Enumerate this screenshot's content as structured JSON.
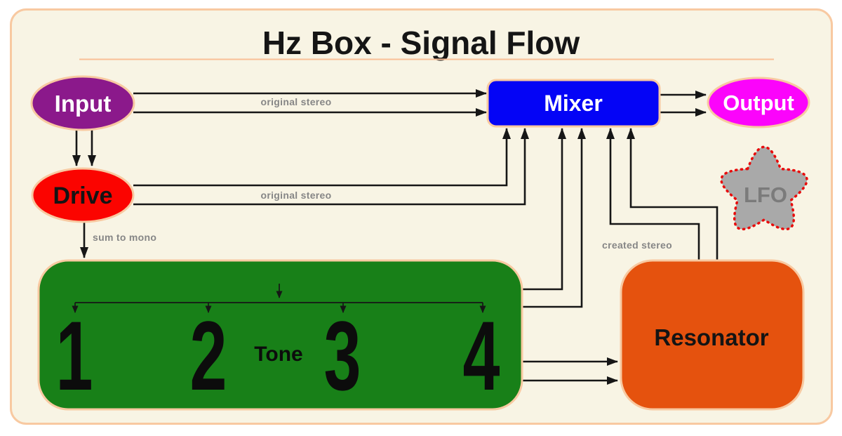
{
  "title": "Hz Box - Signal Flow",
  "nodes": {
    "input": {
      "label": "Input",
      "fill": "#8b198b",
      "text_color": "#ffffff"
    },
    "drive": {
      "label": "Drive",
      "fill": "#fb0400",
      "text_color": "#141414"
    },
    "mixer": {
      "label": "Mixer",
      "fill": "#0404f6",
      "text_color": "#ffffff"
    },
    "output": {
      "label": "Output",
      "fill": "#fb04fb",
      "text_color": "#ffffff"
    },
    "tone": {
      "label": "Tone",
      "fill": "#188018",
      "text_color": "#0c0c0c",
      "bands": [
        "1",
        "2",
        "3",
        "4"
      ]
    },
    "resonator": {
      "label": "Resonator",
      "fill": "#e5520e",
      "text_color": "#141414"
    },
    "lfo": {
      "label": "LFO",
      "fill": "#a9a9a9",
      "text_color": "#7b7b7b",
      "border_color": "#e80b0b"
    }
  },
  "edge_labels": {
    "input_to_mixer": "original stereo",
    "drive_to_mixer": "original stereo",
    "drive_to_tone": "sum to mono",
    "resonator_to_mixer": "created stereo"
  },
  "colors": {
    "canvas_bg": "#f8f4e4",
    "frame_border": "#f8c9a1",
    "title_rule": "#f9bf96",
    "arrow": "#161616",
    "edge_label": "#868686"
  }
}
